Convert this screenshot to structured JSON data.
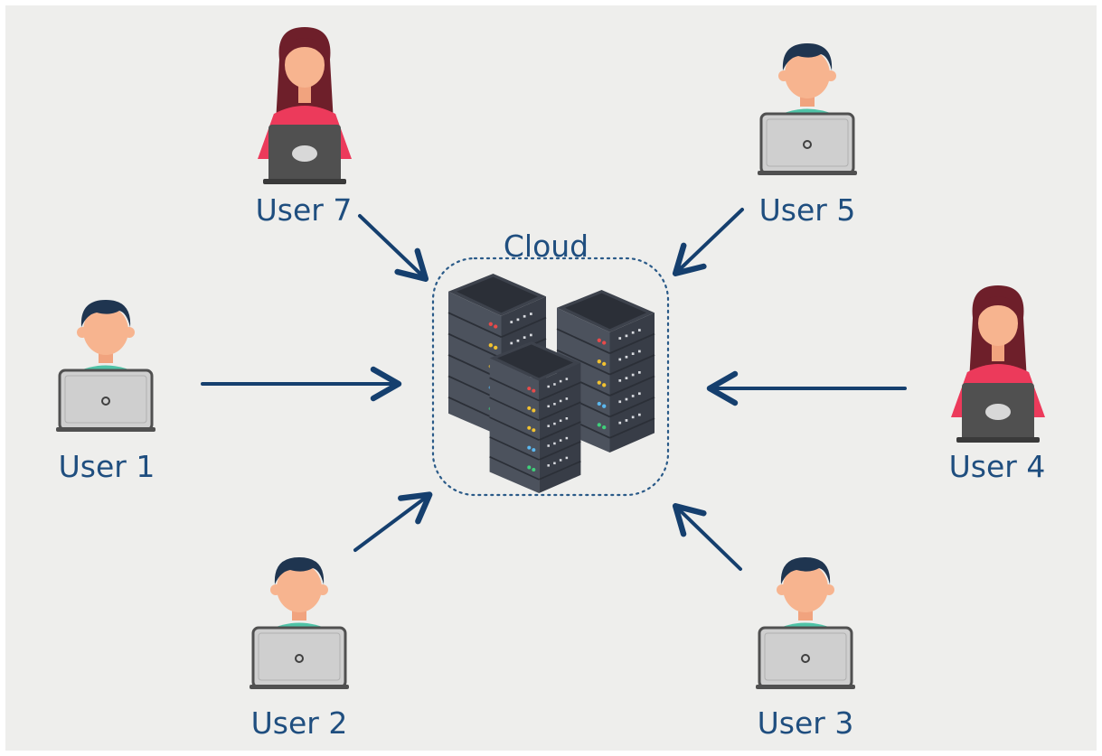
{
  "center": {
    "label": "Cloud",
    "icon": "server-rack-icon"
  },
  "users": [
    {
      "id": "user-7",
      "label": "User 7",
      "icon": "woman-at-laptop-icon"
    },
    {
      "id": "user-5",
      "label": "User 5",
      "icon": "man-at-laptop-icon"
    },
    {
      "id": "user-1",
      "label": "User 1",
      "icon": "man-at-laptop-icon"
    },
    {
      "id": "user-4",
      "label": "User 4",
      "icon": "woman-at-laptop-icon"
    },
    {
      "id": "user-2",
      "label": "User 2",
      "icon": "man-at-laptop-icon"
    },
    {
      "id": "user-3",
      "label": "User 3",
      "icon": "man-at-laptop-icon"
    }
  ],
  "colors": {
    "background": "#eeeeec",
    "text": "#1f4e7f",
    "arrow": "#153f6e",
    "cloud_border": "#2a5a88",
    "hair_male": "#1f3550",
    "hair_female": "#6e1f2a",
    "skin": "#f7b48f",
    "shirt_male": "#4fc3a7",
    "shirt_female": "#ec3a5b",
    "laptop": "#cfcfcf",
    "laptop_dark": "#505050",
    "server": "#4a4f5a"
  }
}
